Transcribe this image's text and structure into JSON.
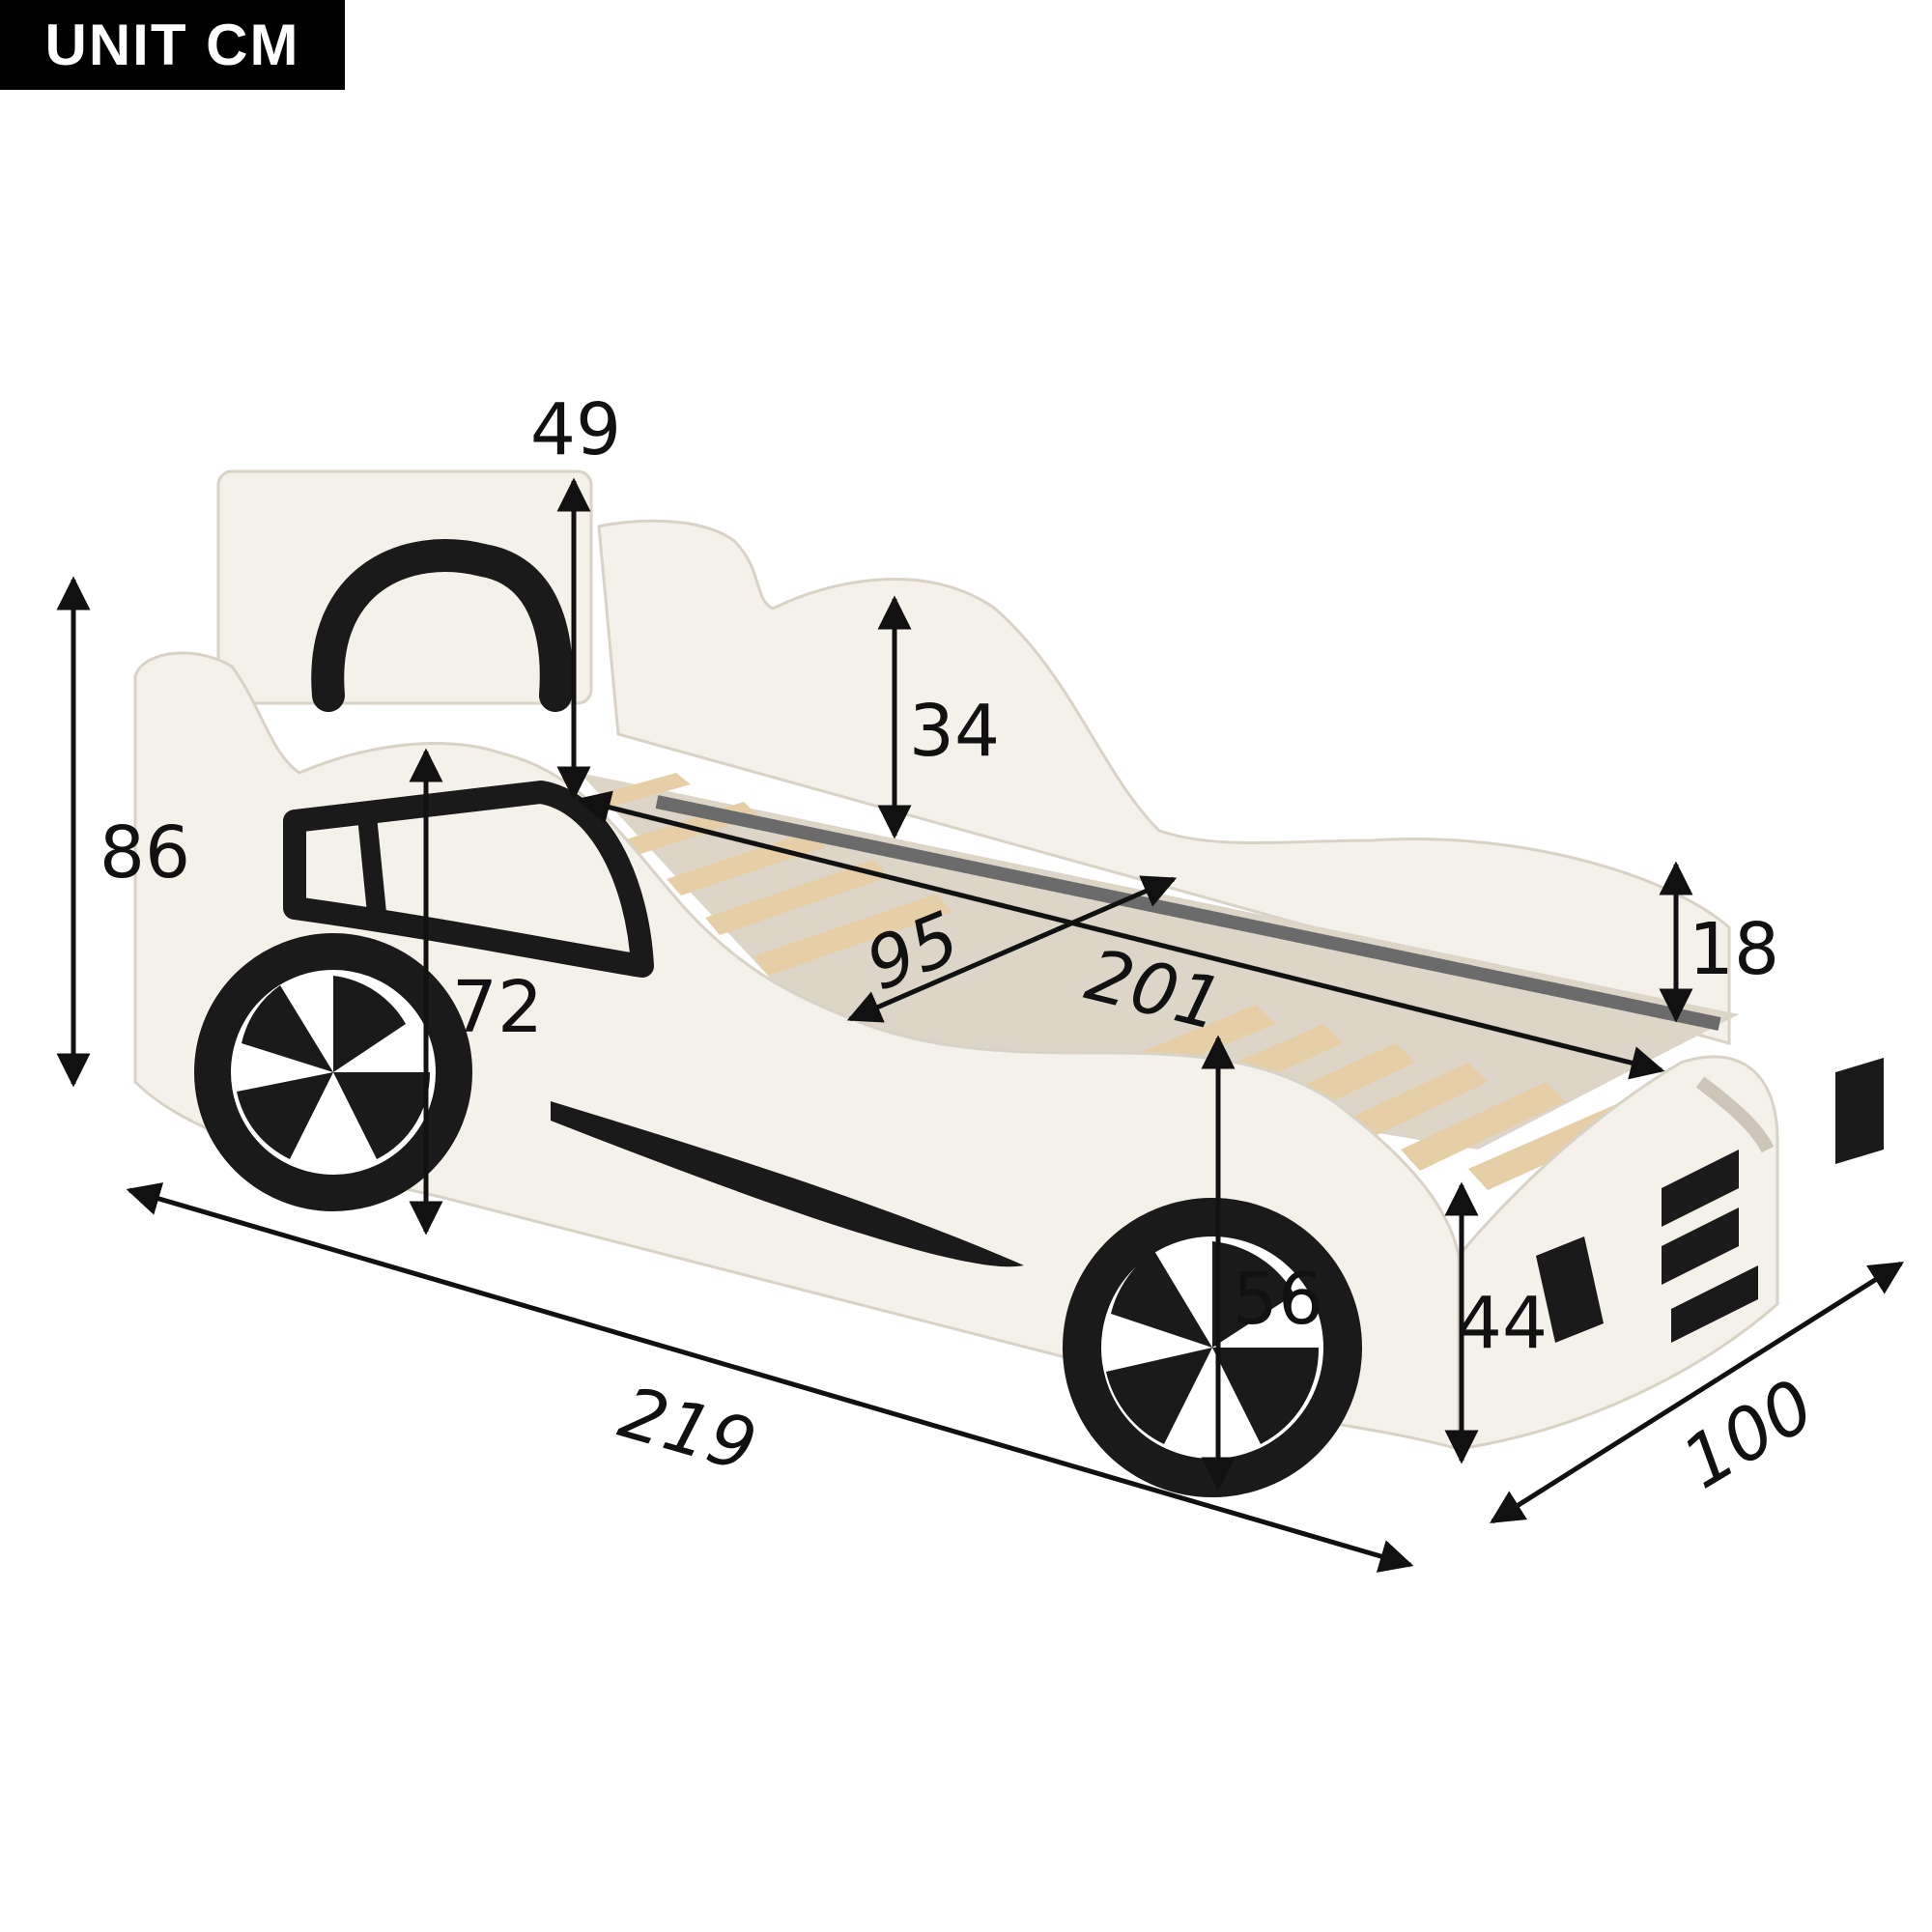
{
  "unit_label": "UNIT CM",
  "dimensions": {
    "overall_height": "86",
    "headboard_above_slats": "49",
    "side_rail_height": "34",
    "front_panel_height": "72",
    "footboard_rail_height": "18",
    "inner_width": "95",
    "inner_length": "201",
    "wheel_height": "56",
    "footboard_height": "44",
    "overall_length": "219",
    "overall_width": "100"
  },
  "colors": {
    "bed_body": "#f4f1ea",
    "trim": "#1a1a1a",
    "slats": "#e6cfa6",
    "frame_bar": "#6b6b6b",
    "arrow": "#111111"
  }
}
